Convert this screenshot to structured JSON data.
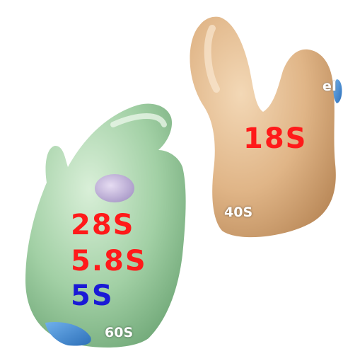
{
  "subunits": {
    "small": {
      "label": "40S",
      "rrna": [
        {
          "text": "18S",
          "color": "#ff1a1a"
        }
      ],
      "factor_label": "eI"
    },
    "large": {
      "label": "60S",
      "rrna": [
        {
          "text": "28S",
          "color": "#ff1a1a"
        },
        {
          "text": "5.8S",
          "color": "#ff1a1a"
        },
        {
          "text": "5S",
          "color": "#1a1ad6"
        }
      ]
    }
  },
  "colors": {
    "small_subunit_body": "#e2b98b",
    "large_subunit_body": "#9ccaa0",
    "protein_patch": "#4a90d9",
    "tunnel_exit": "#c8b8e0"
  }
}
